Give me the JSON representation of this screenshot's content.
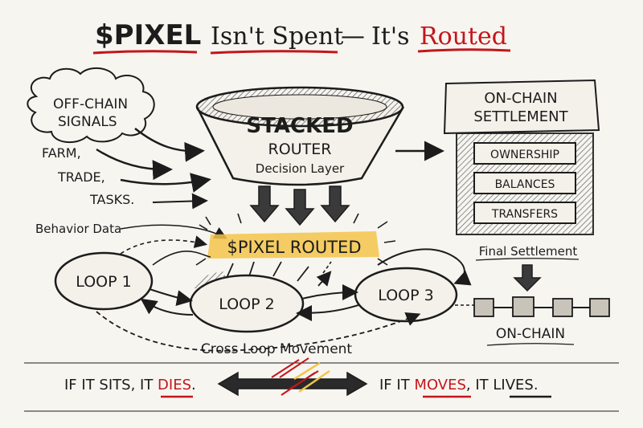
{
  "title": {
    "part1": "$PIXEL",
    "part2": "Isn't Spent",
    "dash": "—",
    "part3": "It's",
    "part4": "Routed"
  },
  "offchain": {
    "heading_line1": "OFF-CHAIN",
    "heading_line2": "SIGNALS",
    "items": [
      "FARM,",
      "TRADE,",
      "TASKS."
    ],
    "behavior": "Behavior Data"
  },
  "router": {
    "line1": "STACKED",
    "line2": "ROUTER",
    "line3": "Decision Layer"
  },
  "onchain_settlement": {
    "line1": "ON-CHAIN",
    "line2": "SETTLEMENT",
    "items": [
      "OWNERSHIP",
      "BALANCES",
      "TRANSFERS"
    ]
  },
  "routed": {
    "label": "$PIXEL ROUTED"
  },
  "loops": [
    "LOOP 1",
    "LOOP 2",
    "LOOP 3"
  ],
  "cross_loop": "Cross Loop Movement",
  "final_settlement": "Final Settlement",
  "onchain_chain": "ON-CHAIN",
  "footer": {
    "left_a": "IF IT SITS, IT",
    "left_b": "DIES",
    "left_c": ".",
    "right_a": "IF IT",
    "right_b": "MOVES",
    "right_c": ", IT",
    "right_d": "LIVES",
    "right_e": "."
  },
  "colors": {
    "accent": "#c3161c",
    "highlight": "#f3c44a",
    "ink": "#1c1c1c"
  }
}
